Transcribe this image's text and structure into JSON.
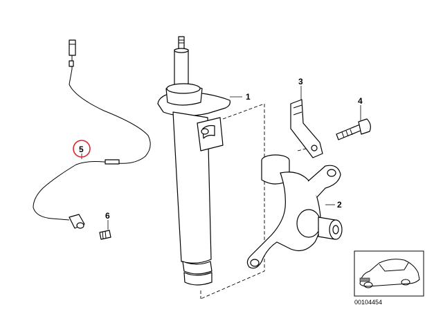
{
  "callouts": {
    "strut": "1",
    "knuckle": "2",
    "bracket": "3",
    "bolt": "4",
    "sensor": "5",
    "screw": "6"
  },
  "highlight_color": "#d9262b",
  "inset": {
    "code": "00104454"
  }
}
